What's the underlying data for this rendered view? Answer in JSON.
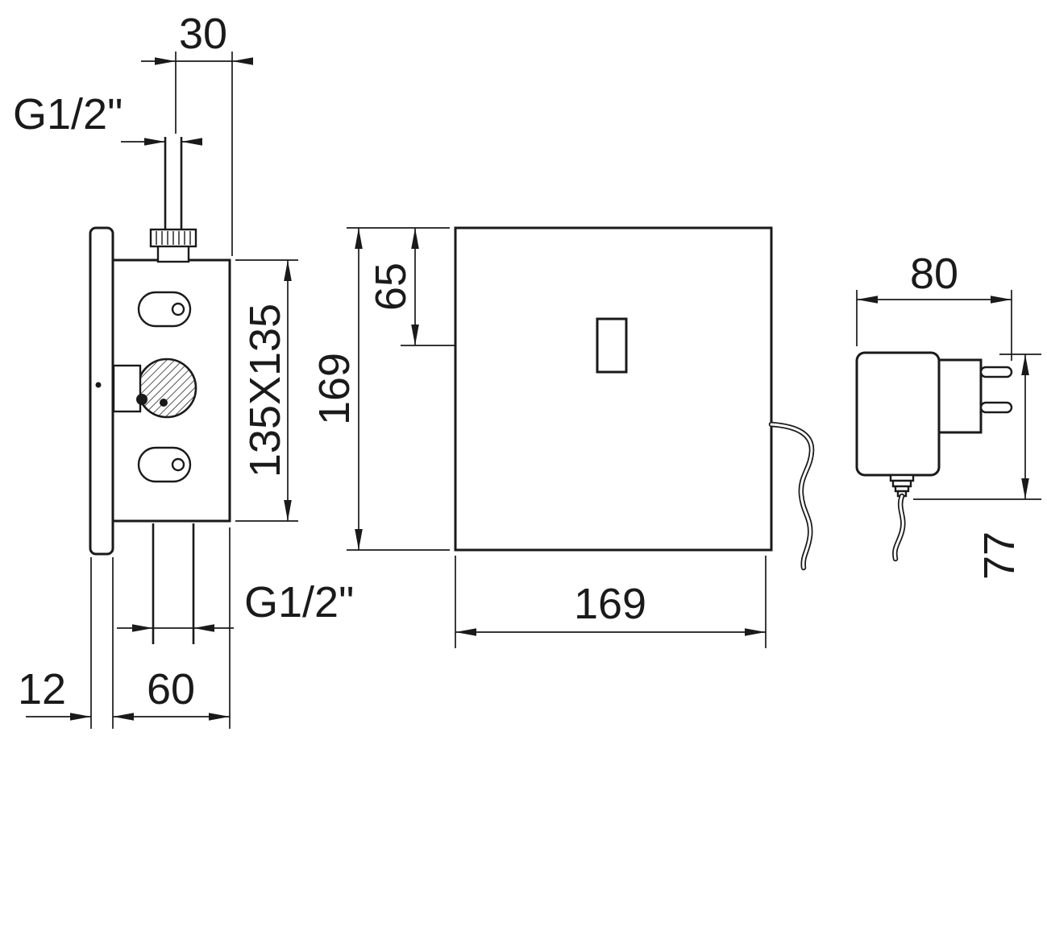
{
  "drawing": {
    "background_color": "#ffffff",
    "line_color": "#1a1a1a",
    "labels": {
      "side_top_width": "30",
      "side_thread_top": "G1/2\"",
      "side_face_size": "135X135",
      "side_thread_bottom": "G1/2\"",
      "side_plate_thickness": "12",
      "side_body_depth": "60",
      "front_height": "169",
      "front_sensor_offset": "65",
      "front_width": "169",
      "adapter_width": "80",
      "adapter_height": "77"
    }
  }
}
